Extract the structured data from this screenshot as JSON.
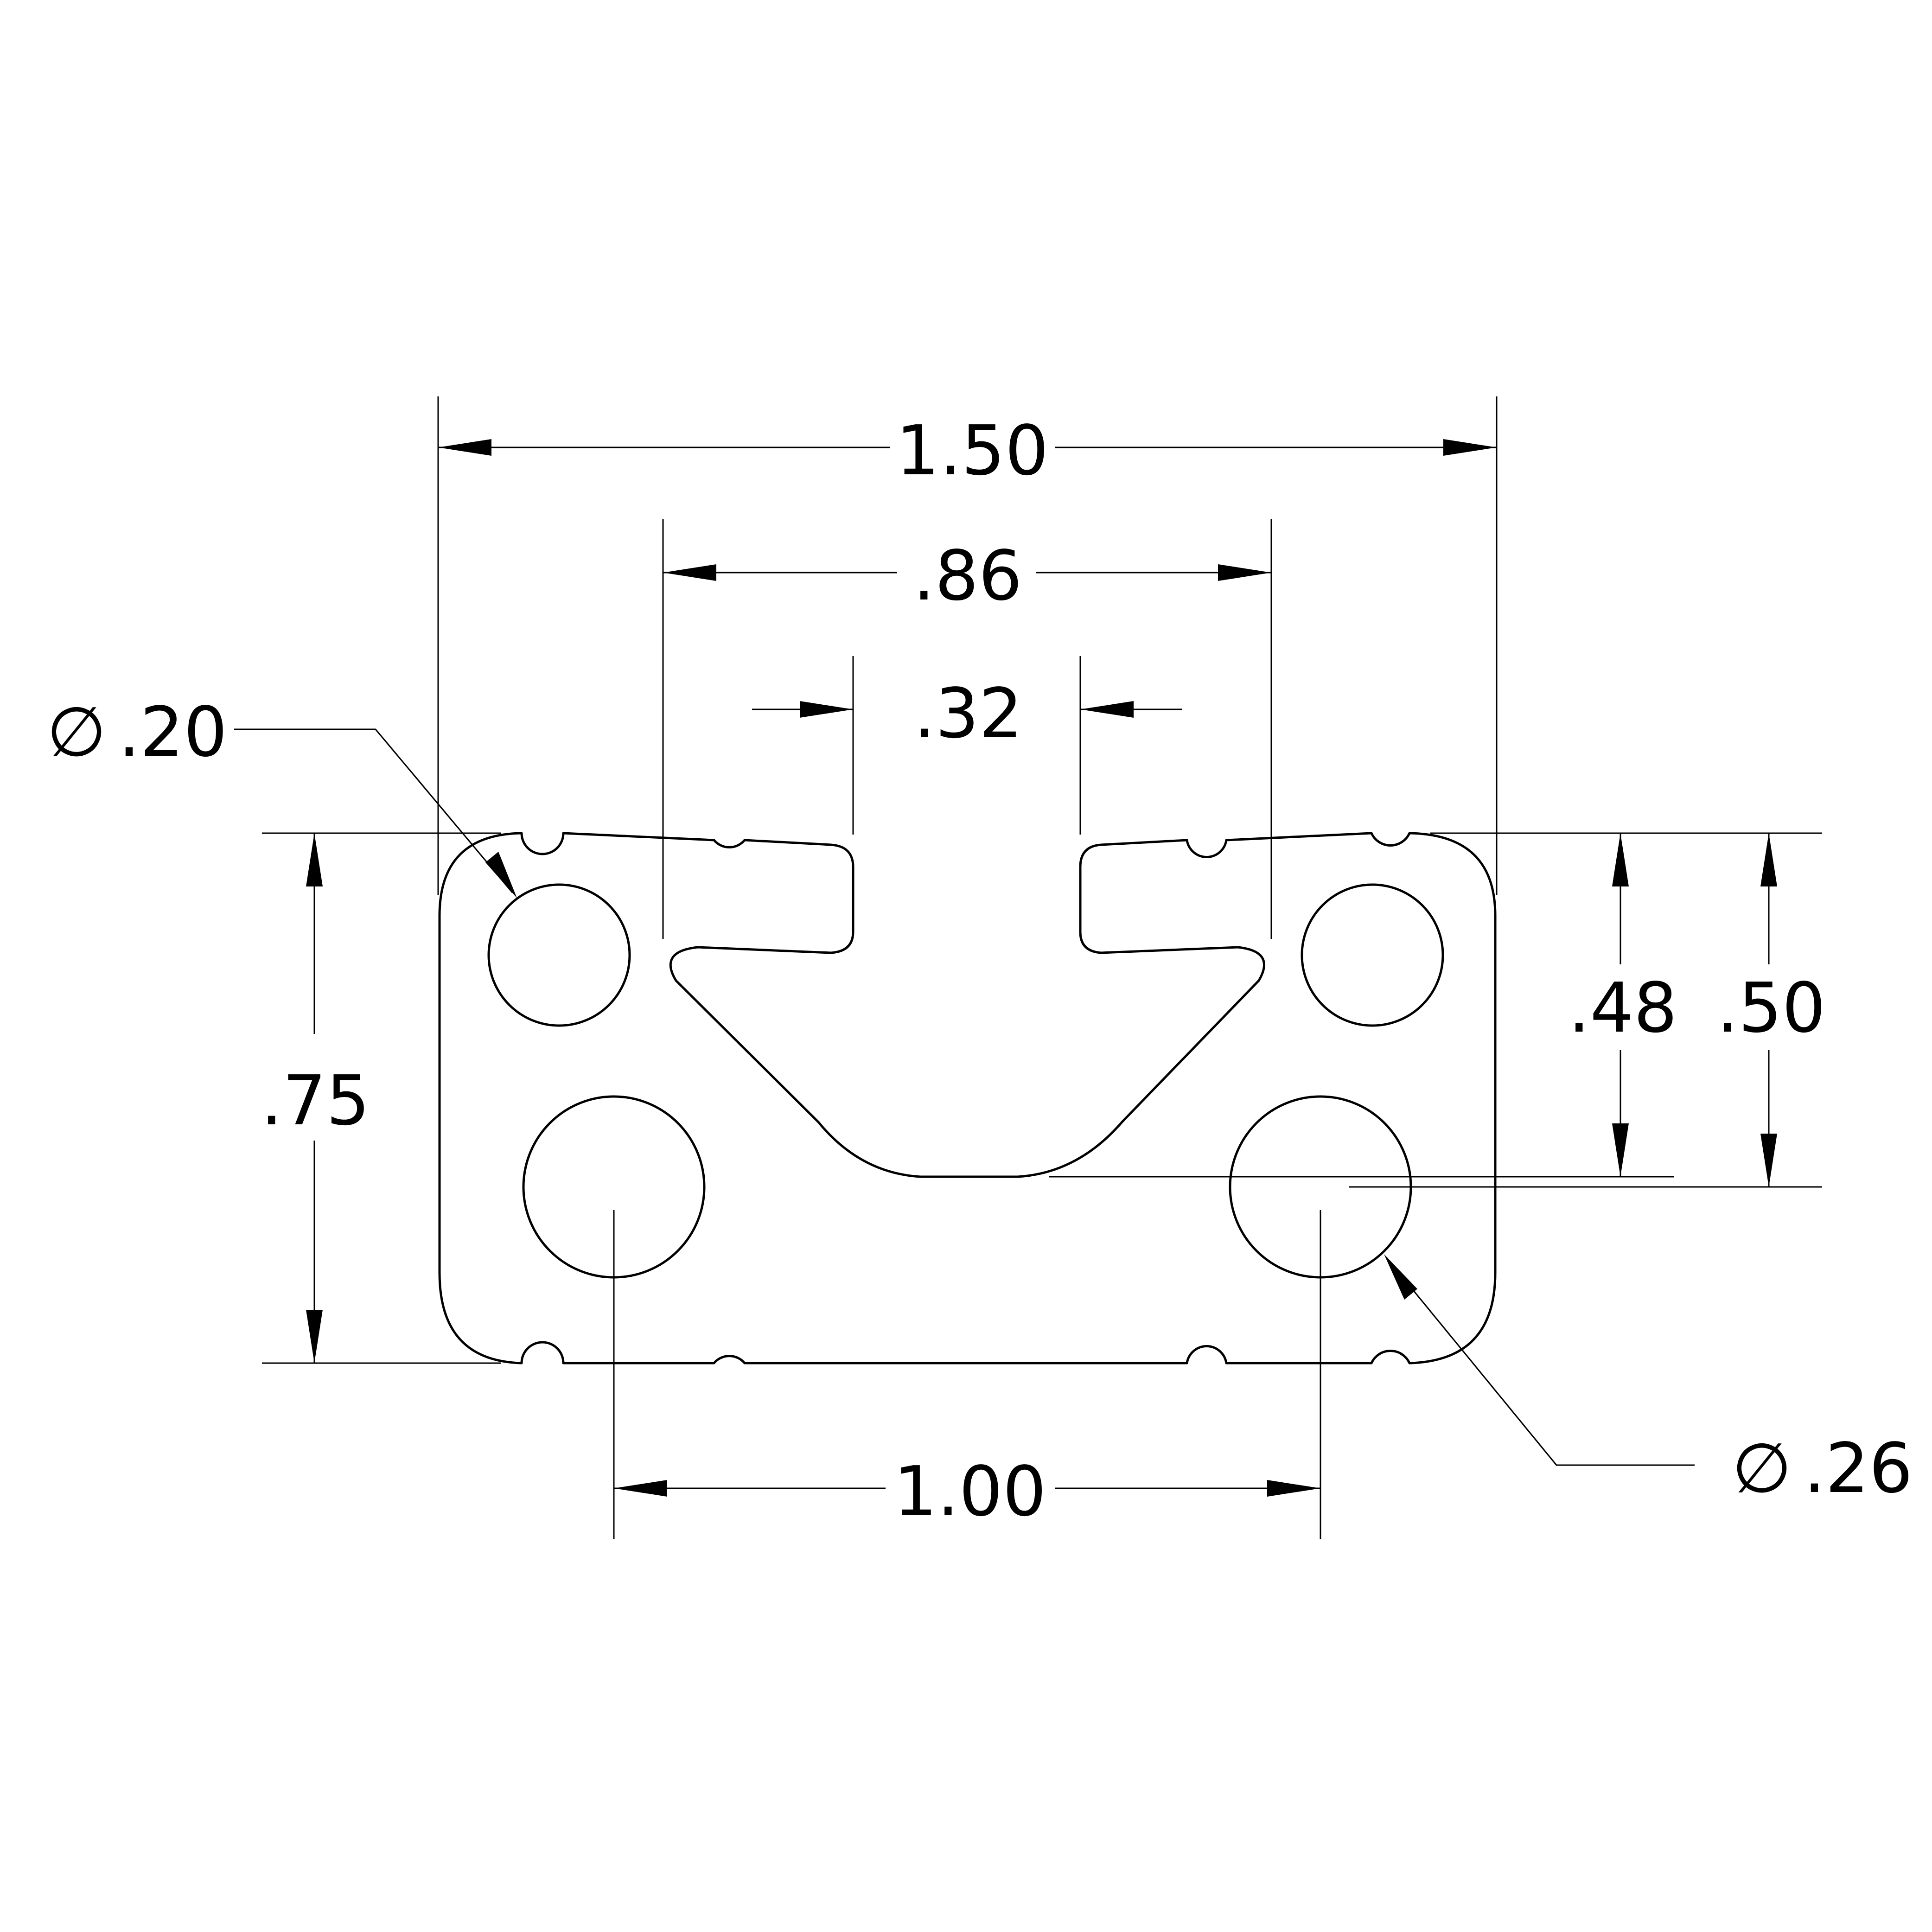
{
  "dimensions": {
    "overall_width": "1.50",
    "slot_outer_width": ".86",
    "slot_opening": ".32",
    "overall_height": ".75",
    "slot_depth_a": ".48",
    "slot_depth_b": ".50",
    "hole_spacing": "1.00",
    "small_hole_diameter": ".20",
    "large_hole_diameter": ".26"
  },
  "symbols": {
    "diameter": "∅"
  },
  "colors": {
    "line": "#000000",
    "background": "#ffffff"
  }
}
